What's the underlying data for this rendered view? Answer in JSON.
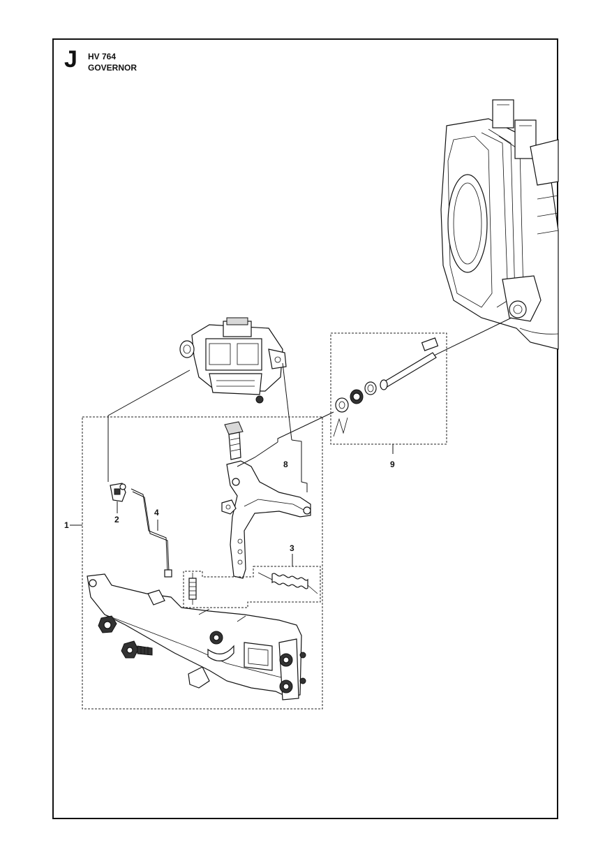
{
  "header": {
    "section_letter": "J",
    "model": "HV 764",
    "title": "GOVERNOR"
  },
  "callouts": {
    "c1": "1",
    "c2": "2",
    "c3": "3",
    "c4": "4",
    "c8": "8",
    "c9": "9"
  }
}
